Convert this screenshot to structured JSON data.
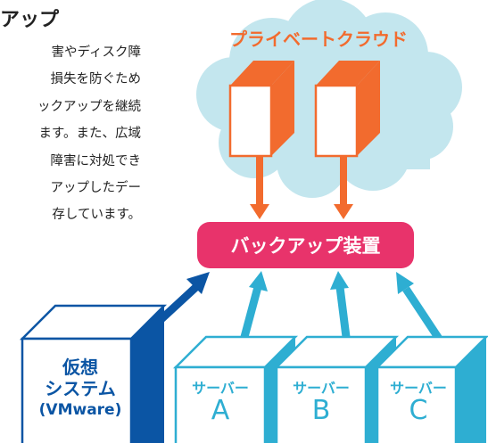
{
  "article": {
    "heading": "アップ",
    "body_lines": [
      "害やディスク障",
      "損失を防ぐため",
      "ックアップを継続",
      "ます。また、広域",
      "障害に対処でき",
      "アップしたデー",
      "存しています。"
    ]
  },
  "diagram": {
    "cloud_label": "プライベートクラウド",
    "backup_device_label": "バックアップ装置",
    "virtual_system": {
      "line1": "仮想",
      "line2": "システム",
      "line3": "(VMware)"
    },
    "servers": [
      {
        "name": "サーバー",
        "letter": "A"
      },
      {
        "name": "サーバー",
        "letter": "B"
      },
      {
        "name": "サーバー",
        "letter": "C"
      }
    ]
  },
  "colors": {
    "cloud": "#c3e6ee",
    "orange": "#f26b2e",
    "magenta": "#e8336b",
    "navy": "#0b55a4",
    "cyan": "#2eaed2"
  }
}
